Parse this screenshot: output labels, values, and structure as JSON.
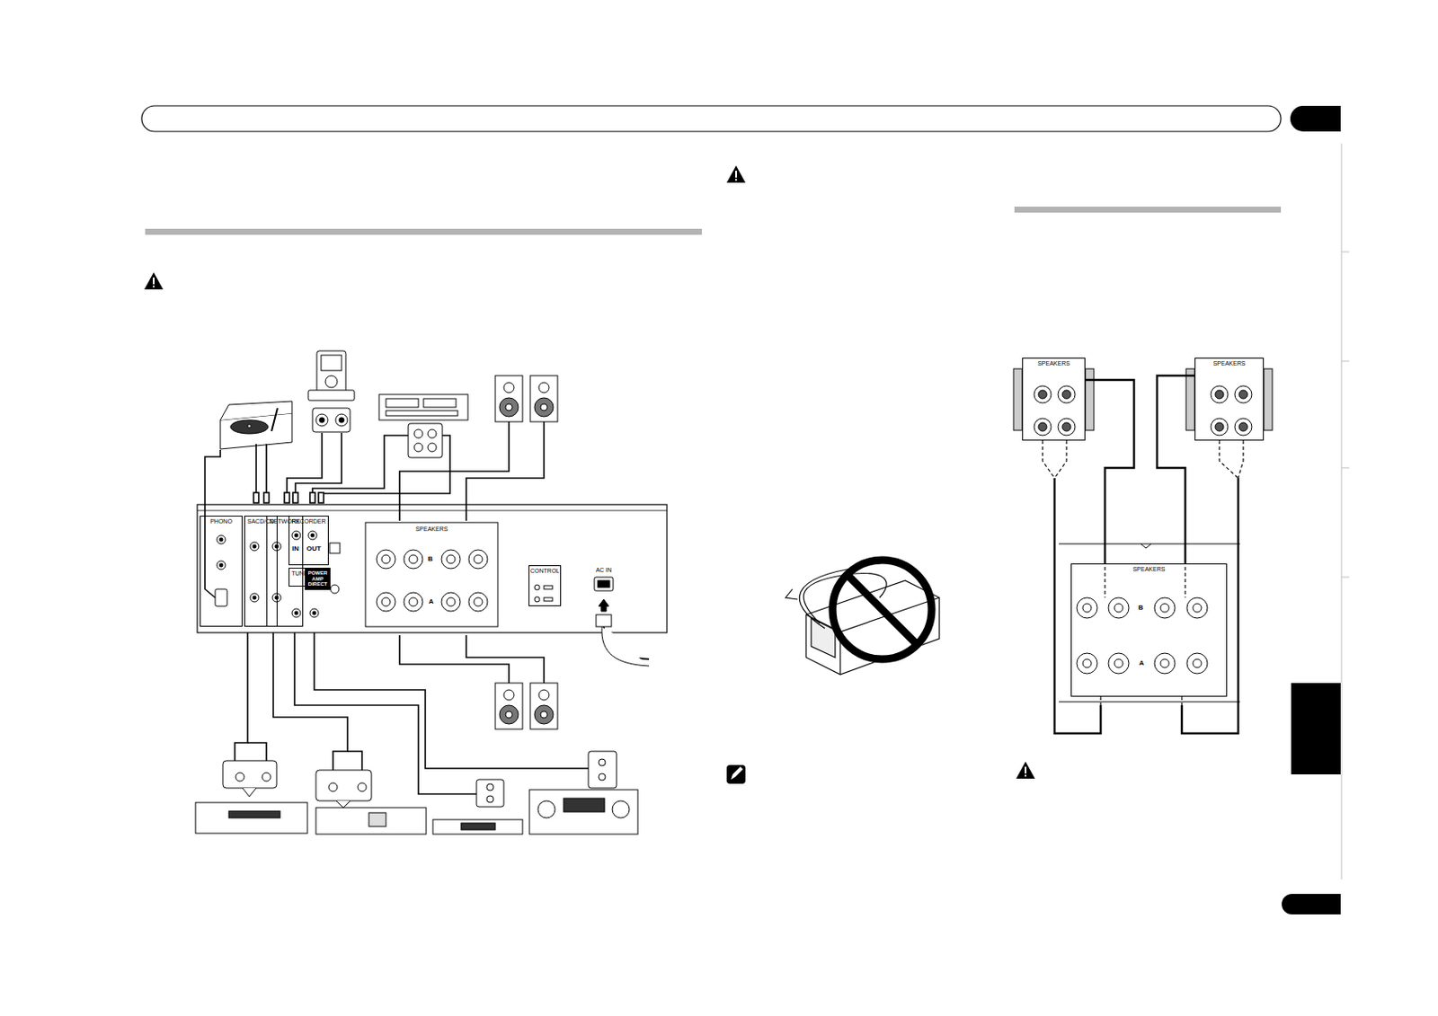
{
  "diagram": {
    "nodes": [
      {
        "text": [
          "PHONO"
        ]
      },
      {
        "text": [
          "SACD/CD"
        ]
      },
      {
        "text": [
          "NETWORK"
        ]
      },
      {
        "text": [
          "RECORDER"
        ]
      },
      {
        "text": [
          "TUNER"
        ]
      },
      {
        "text": [
          "POWER AMP DIRECT"
        ]
      },
      {
        "text": [
          "SPEAKERS"
        ]
      },
      {
        "text": [
          "CONTROL"
        ]
      },
      {
        "text": [
          "AC IN"
        ]
      },
      {
        "text": [
          "SPEAKERS"
        ]
      },
      {
        "text": [
          "SPEAKERS"
        ]
      },
      {
        "text": [
          "SPEAKERS"
        ]
      }
    ],
    "edges": [
      {
        "from": 9,
        "to": 11,
        "arrow": "none"
      },
      {
        "from": 10,
        "to": 11,
        "arrow": "none"
      }
    ],
    "labels": [
      "IN",
      "OUT",
      "B",
      "A",
      "B",
      "A"
    ]
  }
}
